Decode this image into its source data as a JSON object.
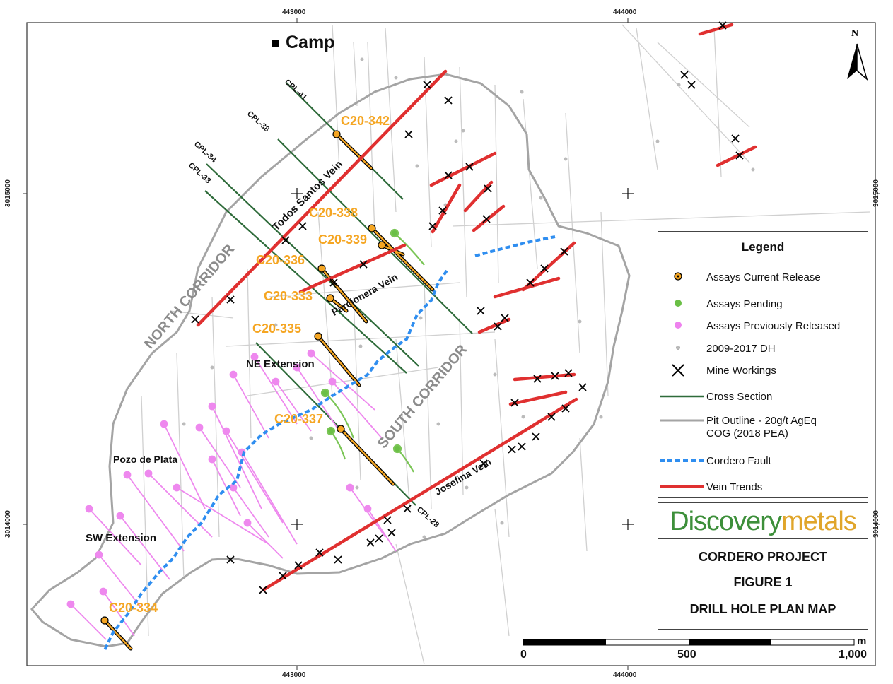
{
  "map": {
    "grid": {
      "x_labels": [
        "443000",
        "444000"
      ],
      "y_labels": [
        "3015000",
        "3014000"
      ]
    },
    "labels": {
      "camp": "Camp",
      "north_arrow": "N",
      "north_corridor": "NORTH CORRIDOR",
      "south_corridor": "SOUTH CORRIDOR",
      "todos_santos": "Todos Santos Vein",
      "parcionera": "Parcionera Vein",
      "josefina": "Josefina Vein",
      "ne_extension": "NE Extension",
      "pozo_de_plata": "Pozo de Plata",
      "sw_extension": "SW Extension"
    },
    "cross_sections": [
      "CPL-41",
      "CPL-38",
      "CPL-34",
      "CPL-33",
      "CPL-28"
    ],
    "holes": [
      "C20-342",
      "C20-338",
      "C20-339",
      "C20-336",
      "C20-333",
      "C20-335",
      "C20-337",
      "C20-334"
    ],
    "scale_bar": {
      "unit": "m",
      "labels": [
        "0",
        "500",
        "1,000"
      ]
    }
  },
  "legend": {
    "title": "Legend",
    "items": [
      "Assays Current Release",
      "Assays Pending",
      "Assays Previously Released",
      "2009-2017 DH",
      "Mine Workings",
      "Cross Section",
      "Pit Outline - 20g/t AgEq",
      "COG (2018 PEA)",
      "Cordero Fault",
      "Vein Trends"
    ]
  },
  "title_block": {
    "logo_part1": "Discovery",
    "logo_part2": "metals",
    "line1": "CORDERO PROJECT",
    "line2": "FIGURE 1",
    "line3": "DRILL HOLE PLAN MAP"
  },
  "colors": {
    "current": "#f5a623",
    "pending": "#6abf45",
    "previous": "#ee82ee",
    "historic": "#aaaaaa",
    "cross_section": "#2e6b3a",
    "pit": "#999999",
    "fault": "#2f8ef0",
    "vein": "#e03030",
    "label_orange": "#f5a623"
  }
}
